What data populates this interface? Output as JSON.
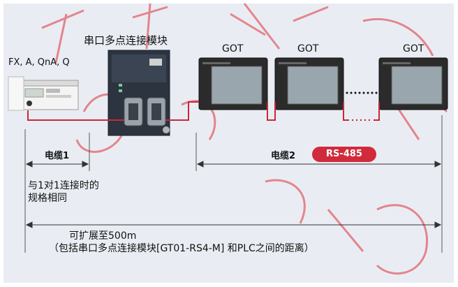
{
  "plc": {
    "label": "FX, A, QnA, Q"
  },
  "module": {
    "label": "串口多点连接模块"
  },
  "got_labels": [
    "GOT",
    "GOT",
    "GOT"
  ],
  "cable1": {
    "label": "电缆1",
    "note_line1": "与1对1连接时的",
    "note_line2": "规格相同"
  },
  "cable2": {
    "label": "电缆2",
    "badge": "RS-485"
  },
  "extend": {
    "line1": "可扩展至500m",
    "line2": "（包括串口多点连接模块[GT01-RS4-M] 和PLC之间的距离）"
  },
  "colors": {
    "panel": "#e9edf3",
    "cable": "#c8283a",
    "badge": "#d12a3a",
    "watermark": "#e0303a"
  }
}
